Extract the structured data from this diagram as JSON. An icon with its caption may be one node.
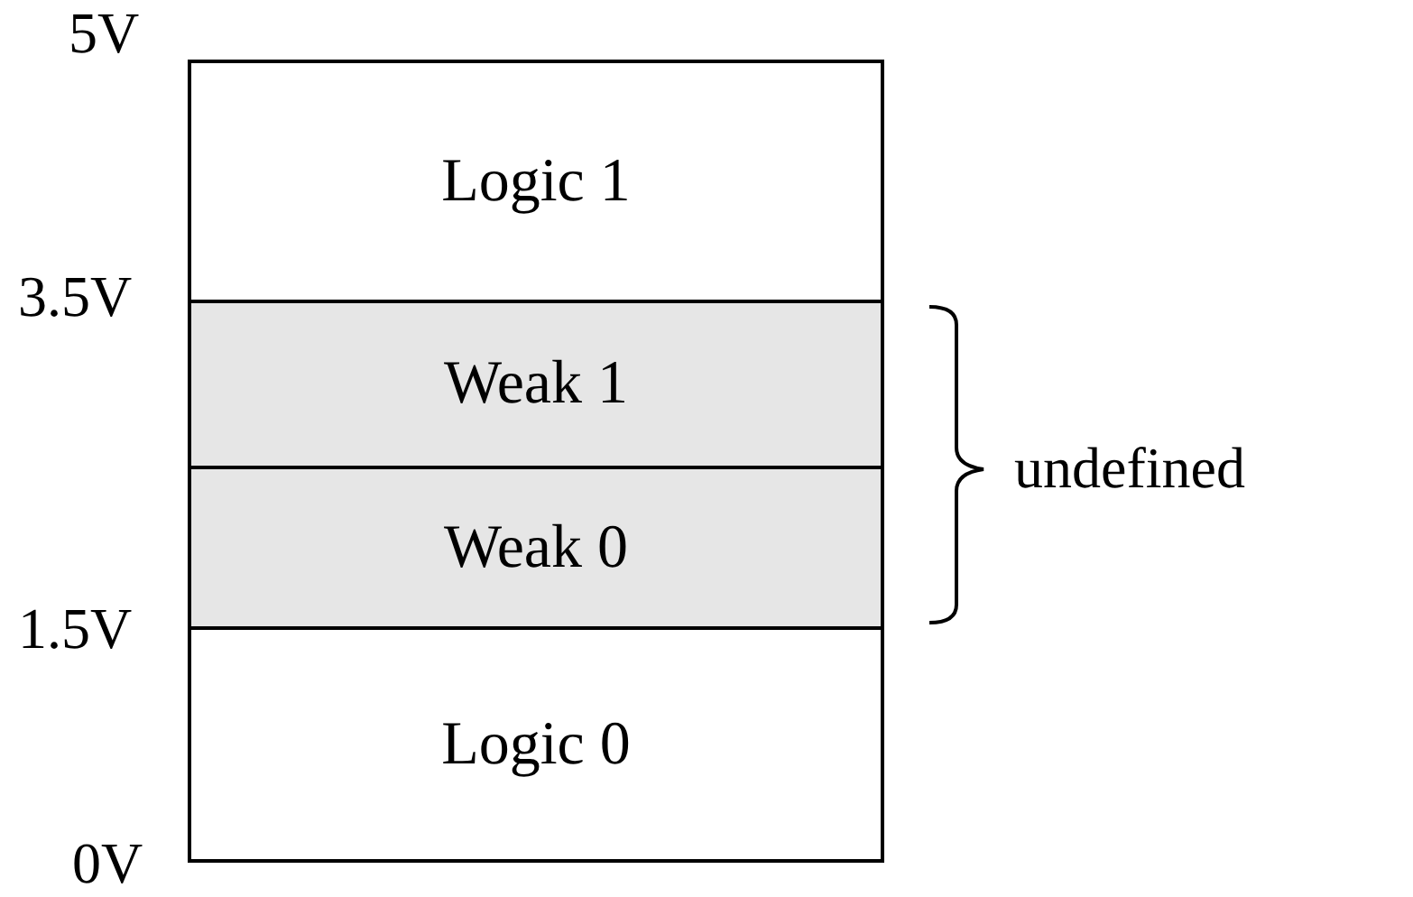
{
  "diagram": {
    "nodes": [
      {
        "text": [
          "Logic 1"
        ]
      },
      {
        "text": [
          "Weak 1"
        ]
      },
      {
        "text": [
          "Weak 0"
        ]
      },
      {
        "text": [
          "Logic 0"
        ]
      }
    ],
    "labels": [
      "5V",
      "3.5V",
      "1.5V",
      "0V",
      "undefined"
    ]
  }
}
